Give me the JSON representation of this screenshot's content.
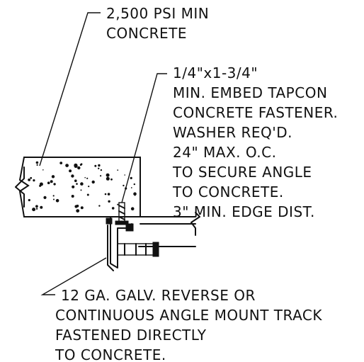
{
  "colors": {
    "ink": "#111111",
    "paper": "#ffffff"
  },
  "notes": {
    "concrete": [
      "2,500 PSI MIN",
      "CONCRETE"
    ],
    "fastener": [
      "1/4\"x1-3/4\"",
      "MIN. EMBED TAPCON",
      "CONCRETE FASTENER.",
      "WASHER REQ'D.",
      "24\" MAX. O.C.",
      "TO SECURE ANGLE",
      "TO CONCRETE.",
      "3\" MIN. EDGE DIST."
    ],
    "track": [
      "12 GA. GALV. REVERSE OR",
      "CONTINUOUS ANGLE MOUNT TRACK",
      "FASTENED DIRECTLY",
      "TO CONCRETE."
    ]
  }
}
